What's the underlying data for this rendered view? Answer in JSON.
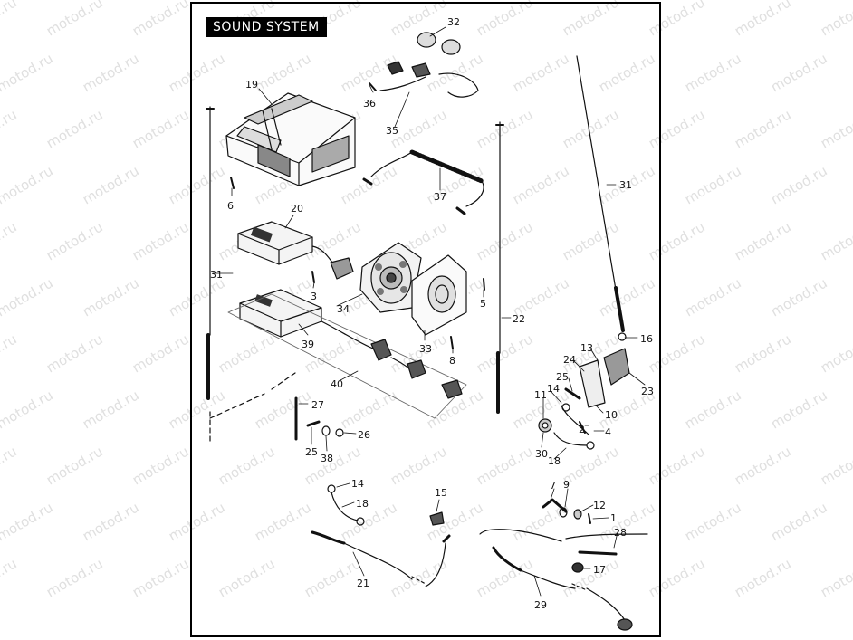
{
  "title": "SOUND SYSTEM",
  "watermark": "motod.ru",
  "callouts": [
    "32",
    "35",
    "36",
    "19",
    "6",
    "37",
    "31",
    "20",
    "3",
    "5",
    "34",
    "33",
    "22",
    "8",
    "39",
    "40",
    "27",
    "16",
    "13",
    "24",
    "25",
    "23",
    "14",
    "11",
    "10",
    "2",
    "4",
    "30",
    "18",
    "26",
    "38",
    "25",
    "14",
    "18",
    "15",
    "7",
    "9",
    "12",
    "1",
    "28",
    "21",
    "17",
    "29",
    "31"
  ],
  "colors": {
    "ink": "#111111",
    "frame": "#000000",
    "title_bg": "#000000",
    "title_fg": "#ffffff",
    "watermark": "#e0e0e0"
  }
}
